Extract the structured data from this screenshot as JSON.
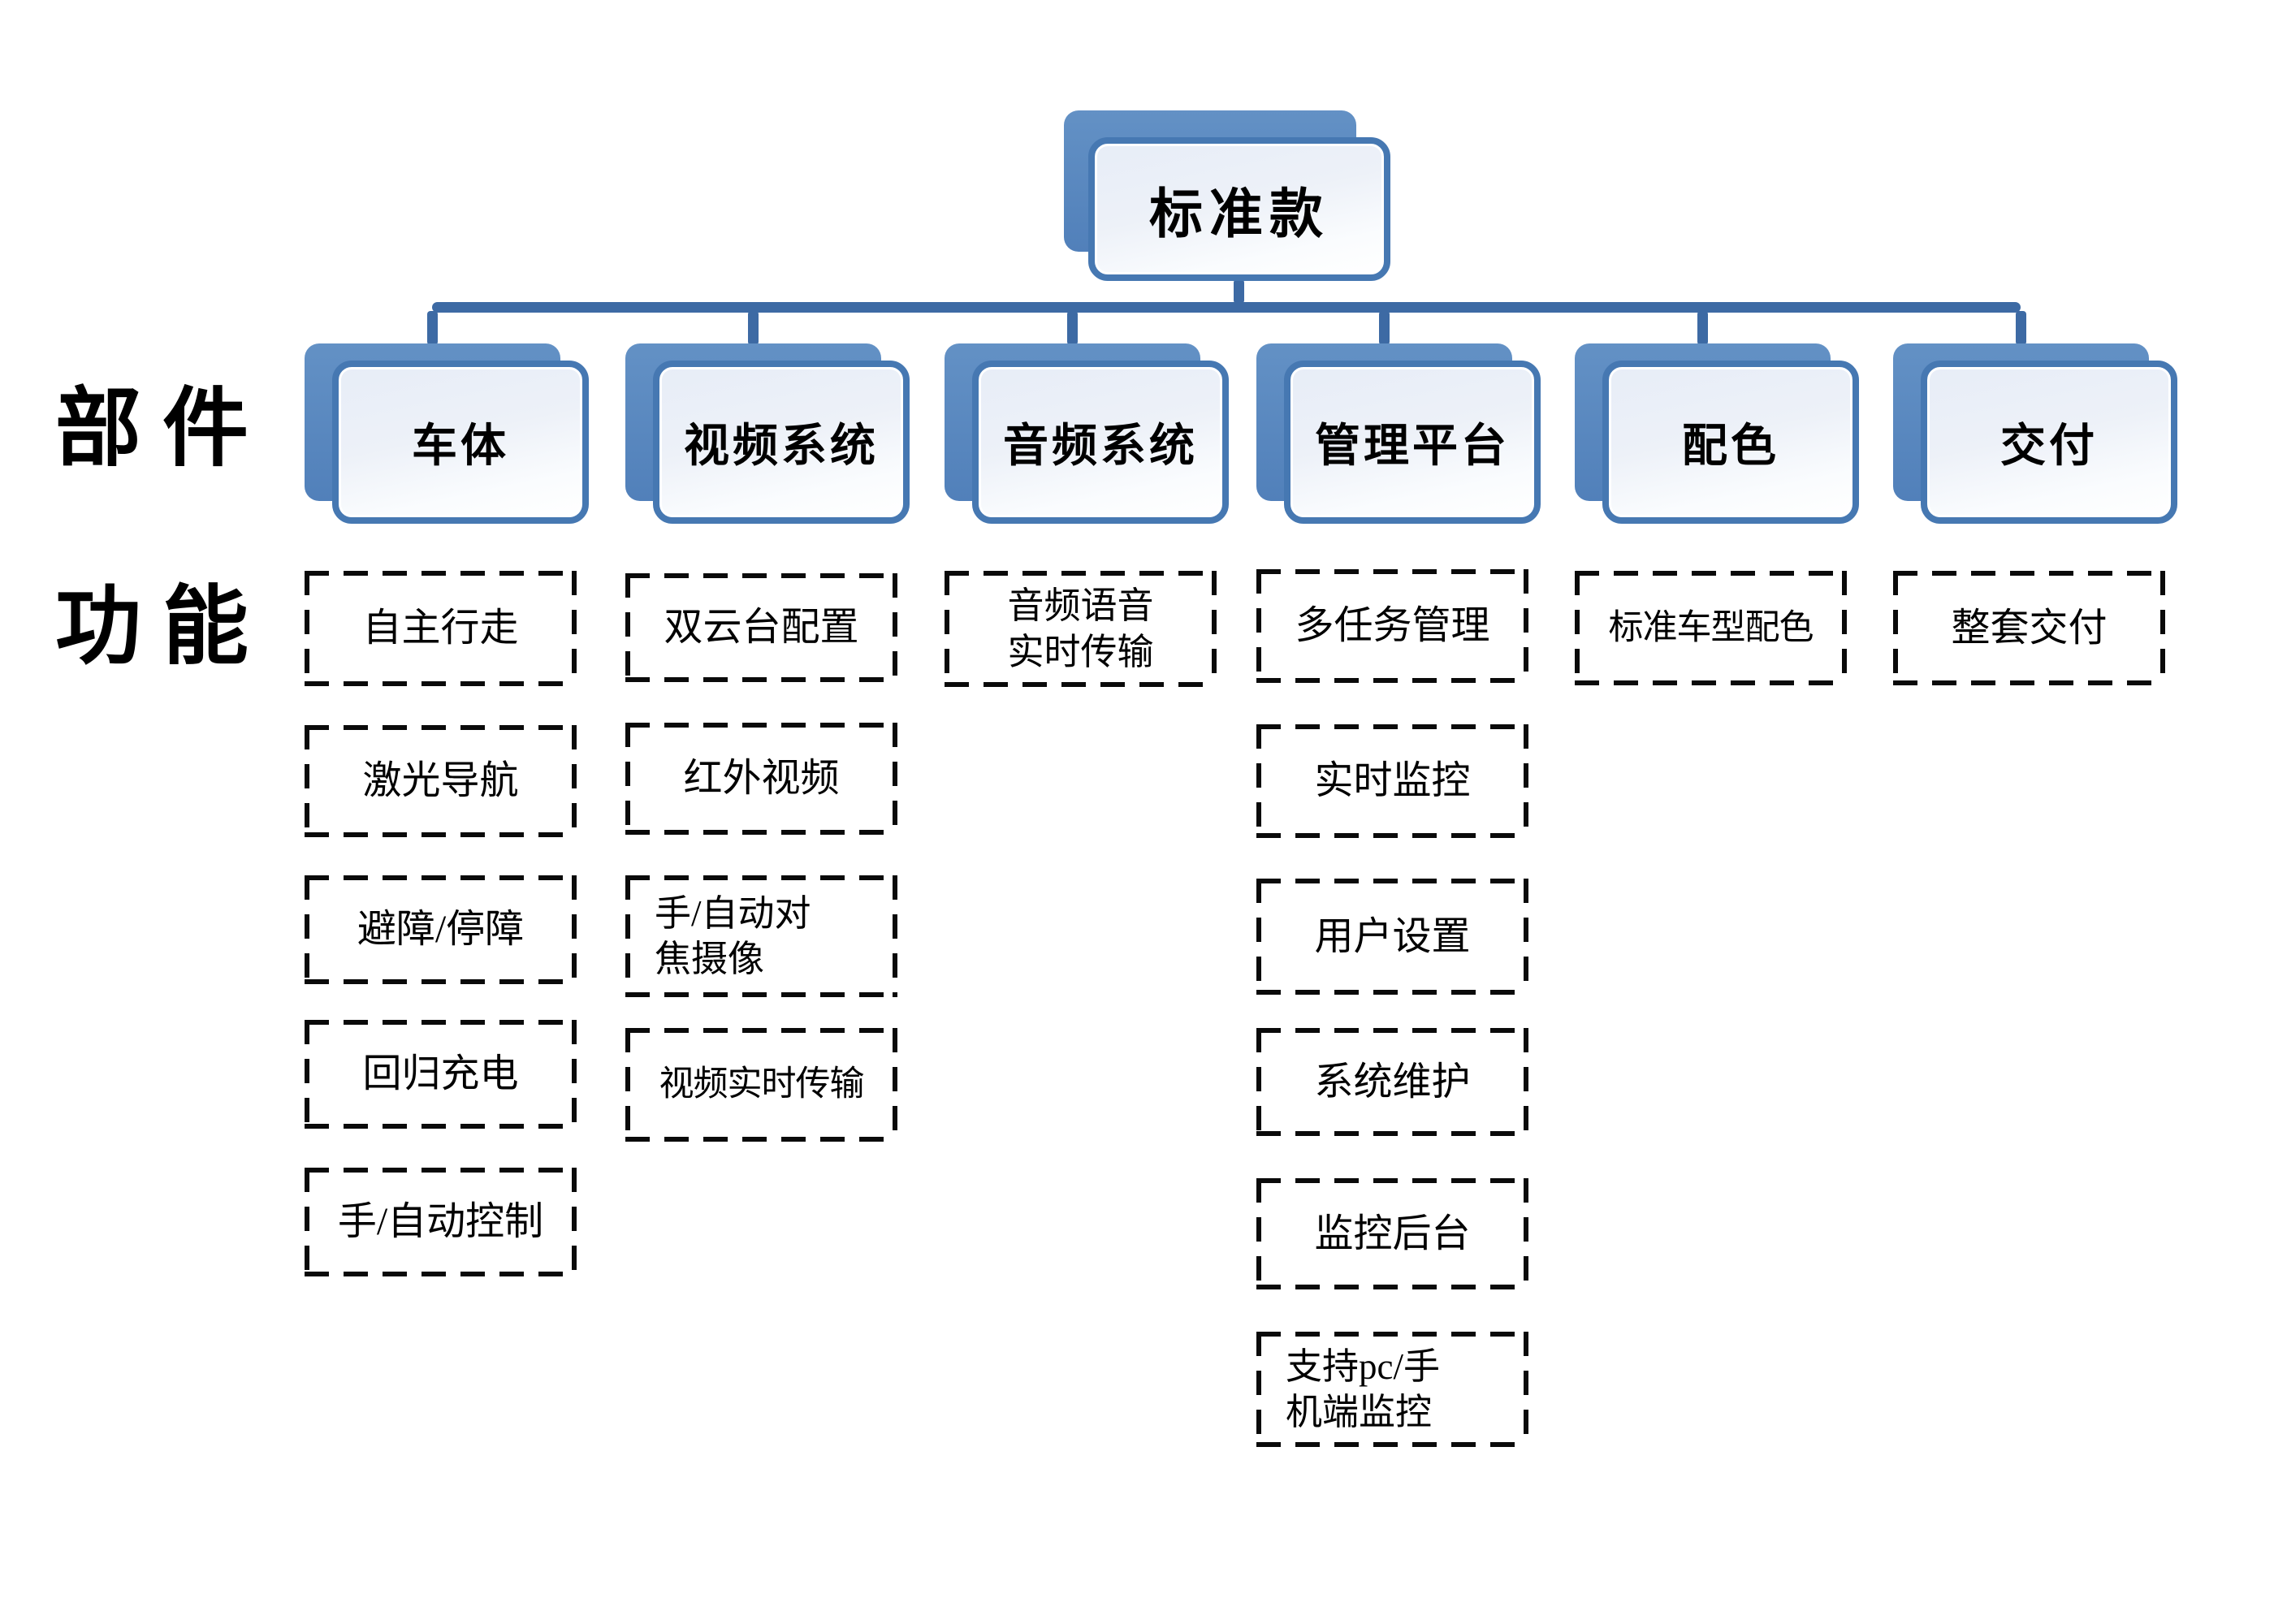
{
  "root": {
    "label": "标准款"
  },
  "row_labels": {
    "components": "部件",
    "functions": "功能"
  },
  "columns": [
    {
      "header": "车体",
      "features": [
        "自主行走",
        "激光导航",
        "避障/停障",
        "回归充电",
        "手/自动控制"
      ]
    },
    {
      "header": "视频系统",
      "features": [
        "双云台配置",
        "红外视频",
        "手/自动对\n焦摄像",
        "视频实时传输"
      ]
    },
    {
      "header": "音频系统",
      "features": [
        "音频语音\n实时传输"
      ]
    },
    {
      "header": "管理平台",
      "features": [
        "多任务管理",
        "实时监控",
        "用户设置",
        "系统维护",
        "监控后台",
        "支持pc/手\n机端监控"
      ]
    },
    {
      "header": "配色",
      "features": [
        "标准车型配色"
      ]
    },
    {
      "header": "交付",
      "features": [
        "整套交付"
      ]
    }
  ],
  "colors": {
    "node_border": "#4678b2",
    "node_shadow_top": "#6391c5",
    "node_shadow_bottom": "#5180ba",
    "node_fill_light": "#e9eef7",
    "connector": "#3d6aa4",
    "dashed_border": "#0a0a0a",
    "text": "#000000"
  }
}
